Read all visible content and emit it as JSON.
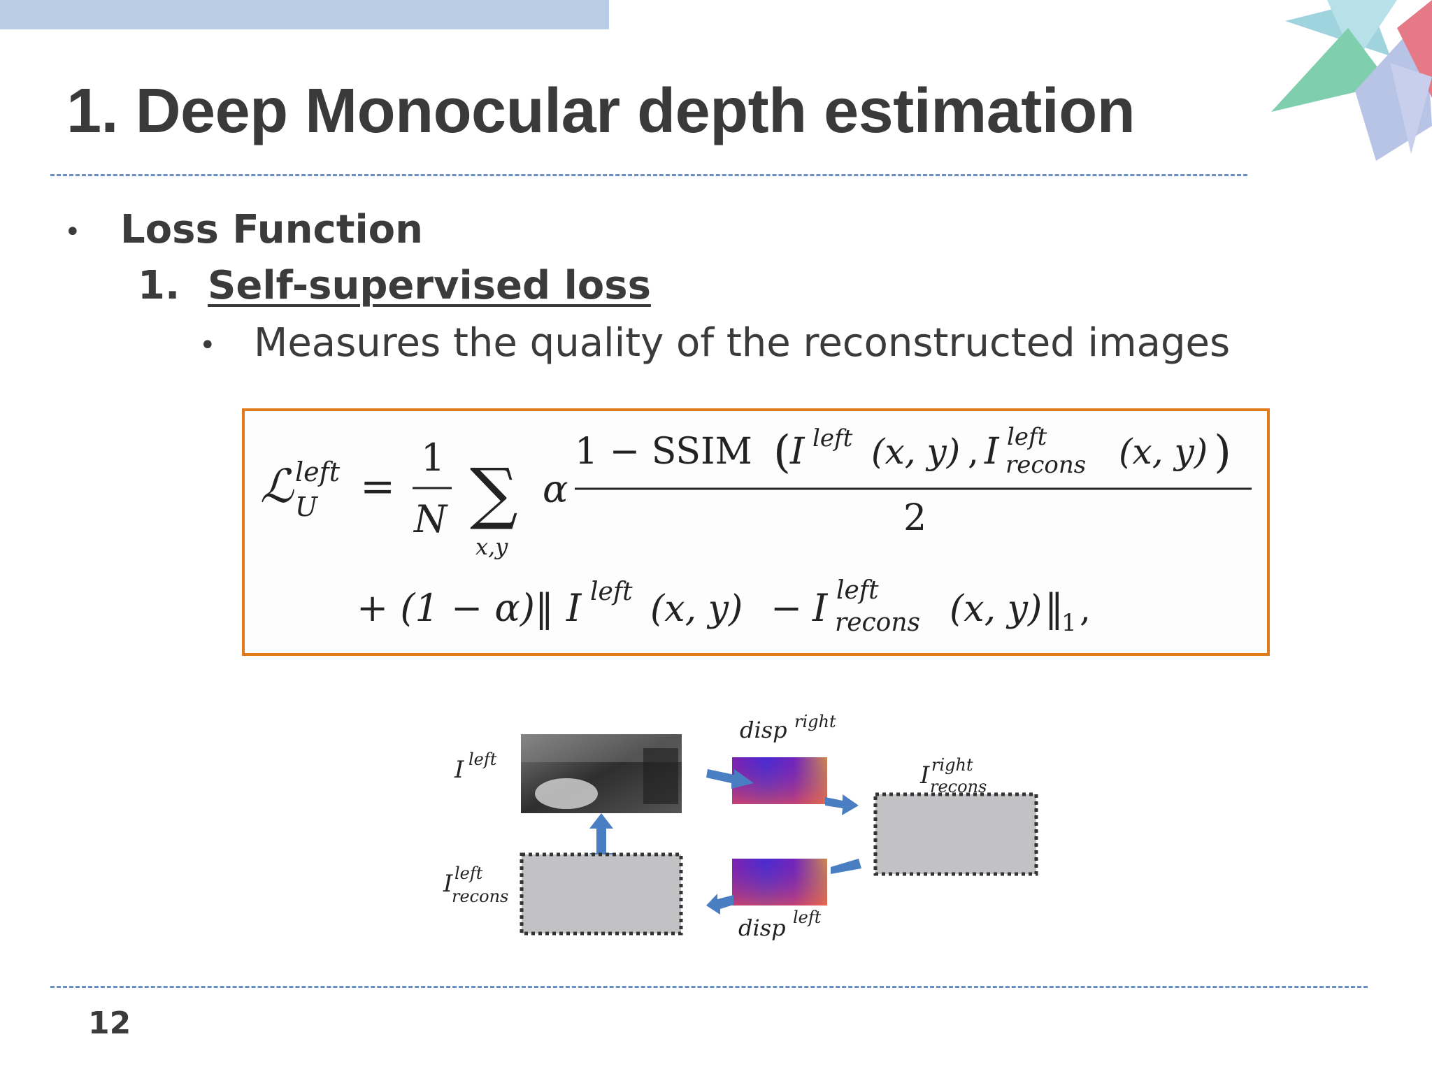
{
  "slide": {
    "title": "1. Deep Monocular depth estimation",
    "bullet1": {
      "marker": "•",
      "text": "Loss Function"
    },
    "bullet2": {
      "marker": "1.",
      "text": "Self-supervised loss"
    },
    "bullet3": {
      "marker": "•",
      "text": "Measures the quality of the reconstructed images"
    },
    "page_number": "12"
  },
  "equation": {
    "lhs_symbol": "ℒ",
    "lhs_sub": "U",
    "lhs_sup": "left",
    "equals": "=",
    "frac_num": "1",
    "frac_den": "N",
    "sum": "∑",
    "sum_sub": "x,y",
    "alpha": "α",
    "ssim_num": "1 − SSIM",
    "paren_open": "(",
    "paren_close": ")",
    "I": "I",
    "sup_left": "left",
    "sub_recons": "recons",
    "xy": "(x, y)",
    "comma": ",",
    "two": "2",
    "line2_prefix": "+ (1 − α)‖",
    "line2_minus": "−",
    "line2_suffix": "‖",
    "norm_sub": "1",
    "trailing": ","
  },
  "diagram": {
    "label_I": "I",
    "label_left": "left",
    "label_right": "right",
    "label_recons": "recons",
    "label_disp": "disp",
    "label_disp_right_sup": "right",
    "label_disp_left_sup": "left"
  },
  "colors": {
    "top_bar": "#b8cce4",
    "rule": "#6a8fc2",
    "eq_border": "#e07a1c",
    "arrow": "#4a7ec2",
    "placeholder": "#c2c1c3"
  }
}
